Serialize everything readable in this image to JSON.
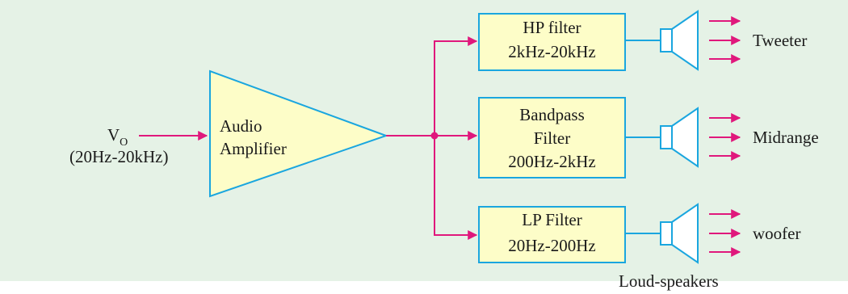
{
  "input": {
    "symbol": "V",
    "subscript": "O",
    "range": "(20Hz-20kHz)"
  },
  "amplifier": {
    "line1": "Audio",
    "line2": "Amplifier"
  },
  "filters": {
    "hp": {
      "line1": "HP filter",
      "line2": "2kHz-20kHz"
    },
    "bp": {
      "line1": "Bandpass",
      "line2": "Filter",
      "line3": "200Hz-2kHz"
    },
    "lp": {
      "line1": "LP Filter",
      "line2": "20Hz-200Hz"
    }
  },
  "speakers": {
    "tweeter": "Tweeter",
    "midrange": "Midrange",
    "woofer": "woofer",
    "caption": "Loud-speakers"
  },
  "colors": {
    "background": "#e5f2e6",
    "block_fill": "#fdfdc8",
    "block_stroke": "#1aa6df",
    "signal": "#e0187c",
    "speaker_fill": "#ffffff"
  }
}
